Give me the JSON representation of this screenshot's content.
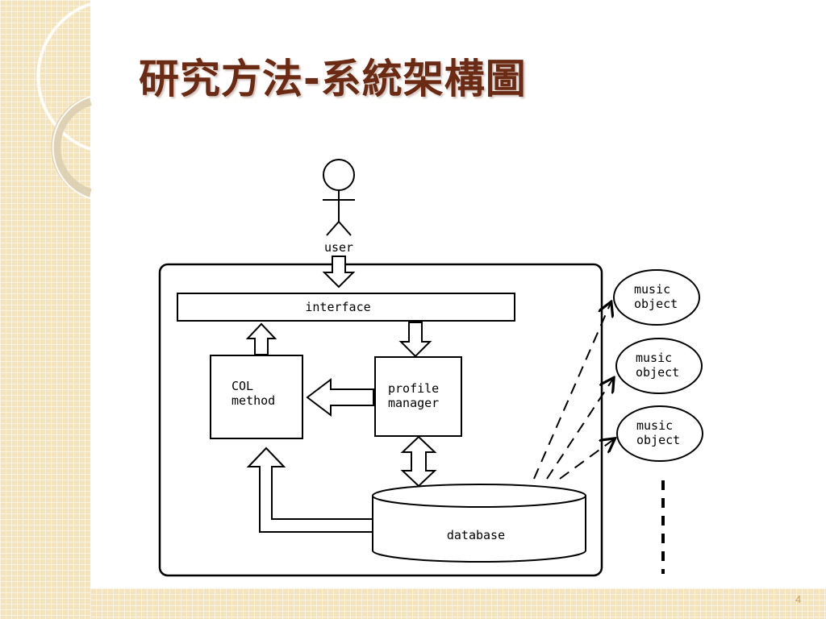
{
  "slide": {
    "title": "研究方法-系統架構圖",
    "page_number": "4"
  },
  "diagram": {
    "actor": {
      "label": "user"
    },
    "interface": {
      "label": "interface"
    },
    "col_method": {
      "line1": "COL",
      "line2": "method"
    },
    "profile_manager": {
      "line1": "profile",
      "line2": "manager"
    },
    "database": {
      "label": "database"
    },
    "music_objects": [
      {
        "line1": "music",
        "line2": "object"
      },
      {
        "line1": "music",
        "line2": "object"
      },
      {
        "line1": "music",
        "line2": "object"
      }
    ]
  }
}
